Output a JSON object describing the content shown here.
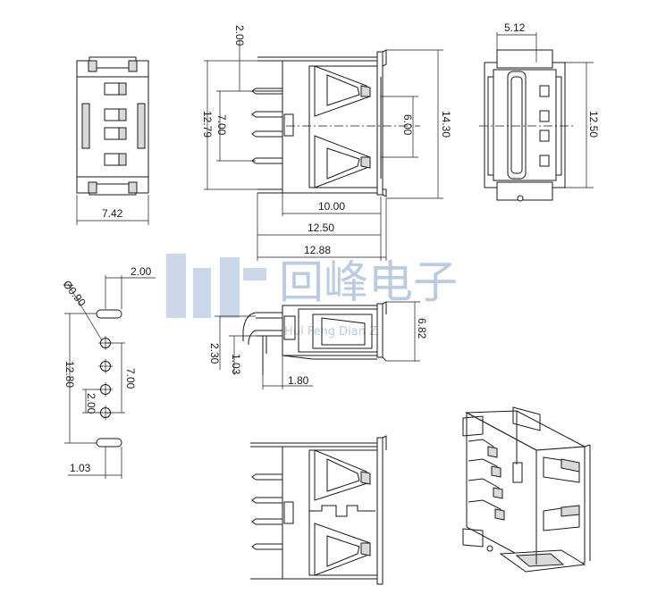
{
  "watermark": {
    "logo_text": "hf",
    "company": "回峰电子",
    "pinyin": "Hui Feng Dian Zi"
  },
  "dimensions": {
    "front_width": "7.42",
    "side_top_pitch": "2.00",
    "side_pin_span": "7.00",
    "side_body_height": "12.79",
    "side_depth_10": "10.00",
    "side_depth_12_50": "12.50",
    "side_depth_12_88": "12.88",
    "side_height_14_30": "14.30",
    "side_slot_6_00": "6.00",
    "rear_top_width": "5.12",
    "rear_height": "12.50",
    "pcb_hole_dia": "Ø0.90",
    "pcb_pitch_top": "2.00",
    "pcb_span_12_80": "12.80",
    "pcb_span_7_00": "7.00",
    "pcb_pitch_mid": "2.00",
    "pcb_offset": "1.03",
    "small_height": "6.82",
    "small_pin_2_30": "2.30",
    "small_pin_1_03": "1.03",
    "small_pin_1_80": "1.80"
  }
}
